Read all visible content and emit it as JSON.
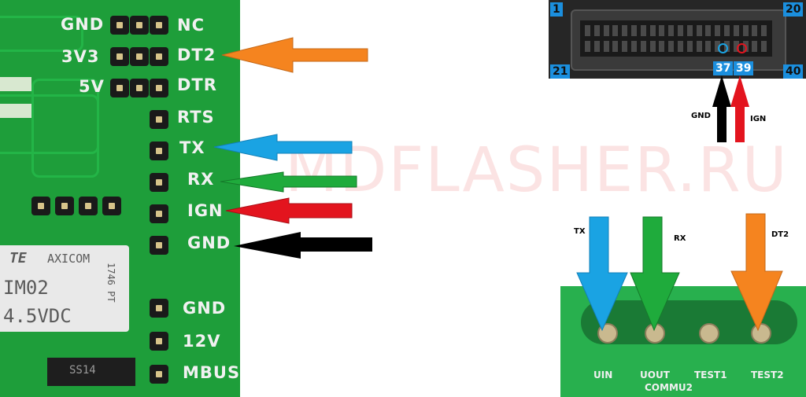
{
  "left_board": {
    "header_labels": [
      "GND",
      "3V3",
      "5V"
    ],
    "pin_labels": [
      "NC",
      "DT2",
      "DTR",
      "RTS",
      "TX",
      "RX",
      "IGN",
      "GND"
    ],
    "lower_labels": [
      "GND",
      "12V",
      "MBUS"
    ],
    "relay": {
      "brand_1": "TE",
      "brand_2": "AXICOM",
      "model": "IM02",
      "voltage": "4.5VDC",
      "code": "1746 PT"
    },
    "diode": "SS14"
  },
  "watermark": "MDFLASHER.RU",
  "connector": {
    "corner_labels": [
      "1",
      "20",
      "21",
      "40"
    ],
    "pin_labels": [
      "37",
      "39"
    ],
    "arrow_labels": [
      "GND",
      "IGN"
    ]
  },
  "right_board": {
    "arrow_labels": [
      "TX",
      "RX",
      "DT2"
    ],
    "pad_labels": [
      "UIN",
      "UOUT",
      "TEST1",
      "TEST2"
    ],
    "board_label": "COMMU2"
  },
  "colors": {
    "orange": "#f5841f",
    "blue": "#1aa3e3",
    "green": "#1fab3c",
    "red": "#e3141e",
    "black": "#000000",
    "pcb": "#1e9e3a"
  }
}
